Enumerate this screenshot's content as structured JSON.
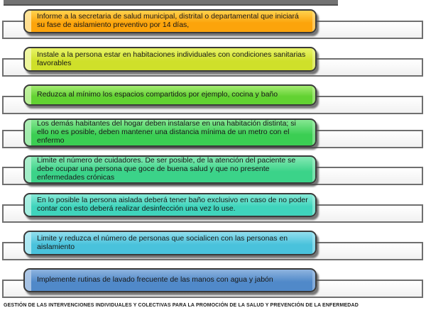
{
  "page": {
    "footer_caption": "GESTIÓN DE LAS INTERVENCIONES INDIVIDUALES Y COLECTIVAS PARA LA PROMOCIÓN DE LA SALUD Y PREVENCIÓN DE LA ENFERMEDAD"
  },
  "diagram": {
    "type": "vertical-box-list",
    "items": [
      {
        "text": "Informe a la secretaria de salud municipal, distrital o departamental que iniciará su fase de aislamiento preventivo por 14 días,",
        "colors": {
          "base": "#FCA40B",
          "light": "#FFD24F",
          "stripe": "#FFE9A8"
        }
      },
      {
        "text": "Instale a la persona estar en habitaciones individuales con condiciones sanitarias favorables",
        "colors": {
          "base": "#CFE02A",
          "light": "#E9F468",
          "stripe": "#F2F8B0"
        }
      },
      {
        "text": "Reduzca al mínimo los espacios compartidos por ejemplo, cocina y baño",
        "colors": {
          "base": "#62D232",
          "light": "#A4EB71",
          "stripe": "#C8F3A8"
        }
      },
      {
        "text": "Los demás habitantes del hogar deben instalarse en una habitación distinta; si ello no es posible, deben mantener una distancia mínima de un metro con el enfermo",
        "colors": {
          "base": "#3BCE53",
          "light": "#86E793",
          "stripe": "#B4F0BC"
        }
      },
      {
        "text": "Limite el número de cuidadores. De ser posible, de la atención del paciente se debe ocupar una persona que goce de buena salud y que no presente enfermedades crónicas",
        "colors": {
          "base": "#3BD389",
          "light": "#85E9B4",
          "stripe": "#B5F1D2"
        }
      },
      {
        "text": "En lo posible la persona aislada deberá tener baño exclusivo en caso de no poder contar con esto deberá realizar desinfección una vez lo use.",
        "colors": {
          "base": "#3FD4BC",
          "light": "#87EAD8",
          "stripe": "#B6F2E6"
        }
      },
      {
        "text": "Limite  y reduzca  el número de personas que socialicen con las personas en aislamiento",
        "colors": {
          "base": "#49C2DC",
          "light": "#92DEED",
          "stripe": "#BCEDF6"
        }
      },
      {
        "text": "Implemente rutinas de lavado frecuente de las manos con agua y jabón",
        "colors": {
          "base": "#5089C9",
          "light": "#8FB4DF",
          "stripe": "#B5CDE9"
        }
      }
    ]
  }
}
